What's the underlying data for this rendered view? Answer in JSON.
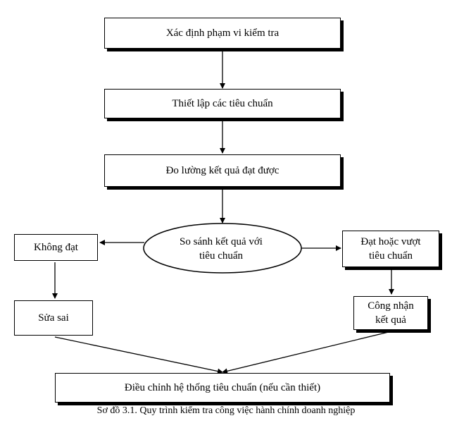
{
  "diagram": {
    "nodes": {
      "scope": "Xác định phạm vi kiểm tra",
      "standards": "Thiết lập các tiêu chuẩn",
      "measure": "Đo lường kết quả đạt được",
      "compare": "So sánh kết quả với tiêu chuẩn",
      "fail": "Không đạt",
      "pass": "Đạt hoặc vượt tiêu chuẩn",
      "fix": "Sửa sai",
      "recognize": "Công nhận kết quả",
      "adjust": "Điều chỉnh hệ thống tiêu chuẩn (nếu cần thiết)"
    },
    "compare_lines": [
      "So sánh kết quả với",
      "tiêu chuẩn"
    ],
    "pass_lines": [
      "Đạt hoặc vượt",
      "tiêu chuẩn"
    ],
    "recognize_lines": [
      "Công nhận",
      "kết quả"
    ],
    "edges": [
      [
        "scope",
        "standards"
      ],
      [
        "standards",
        "measure"
      ],
      [
        "measure",
        "compare"
      ],
      [
        "compare",
        "fail"
      ],
      [
        "compare",
        "pass"
      ],
      [
        "fail",
        "fix"
      ],
      [
        "pass",
        "recognize"
      ],
      [
        "fix",
        "adjust"
      ],
      [
        "recognize",
        "adjust"
      ]
    ],
    "caption": "Sơ đồ 3.1. Quy trình kiểm tra công việc hành chính doanh nghiệp"
  }
}
